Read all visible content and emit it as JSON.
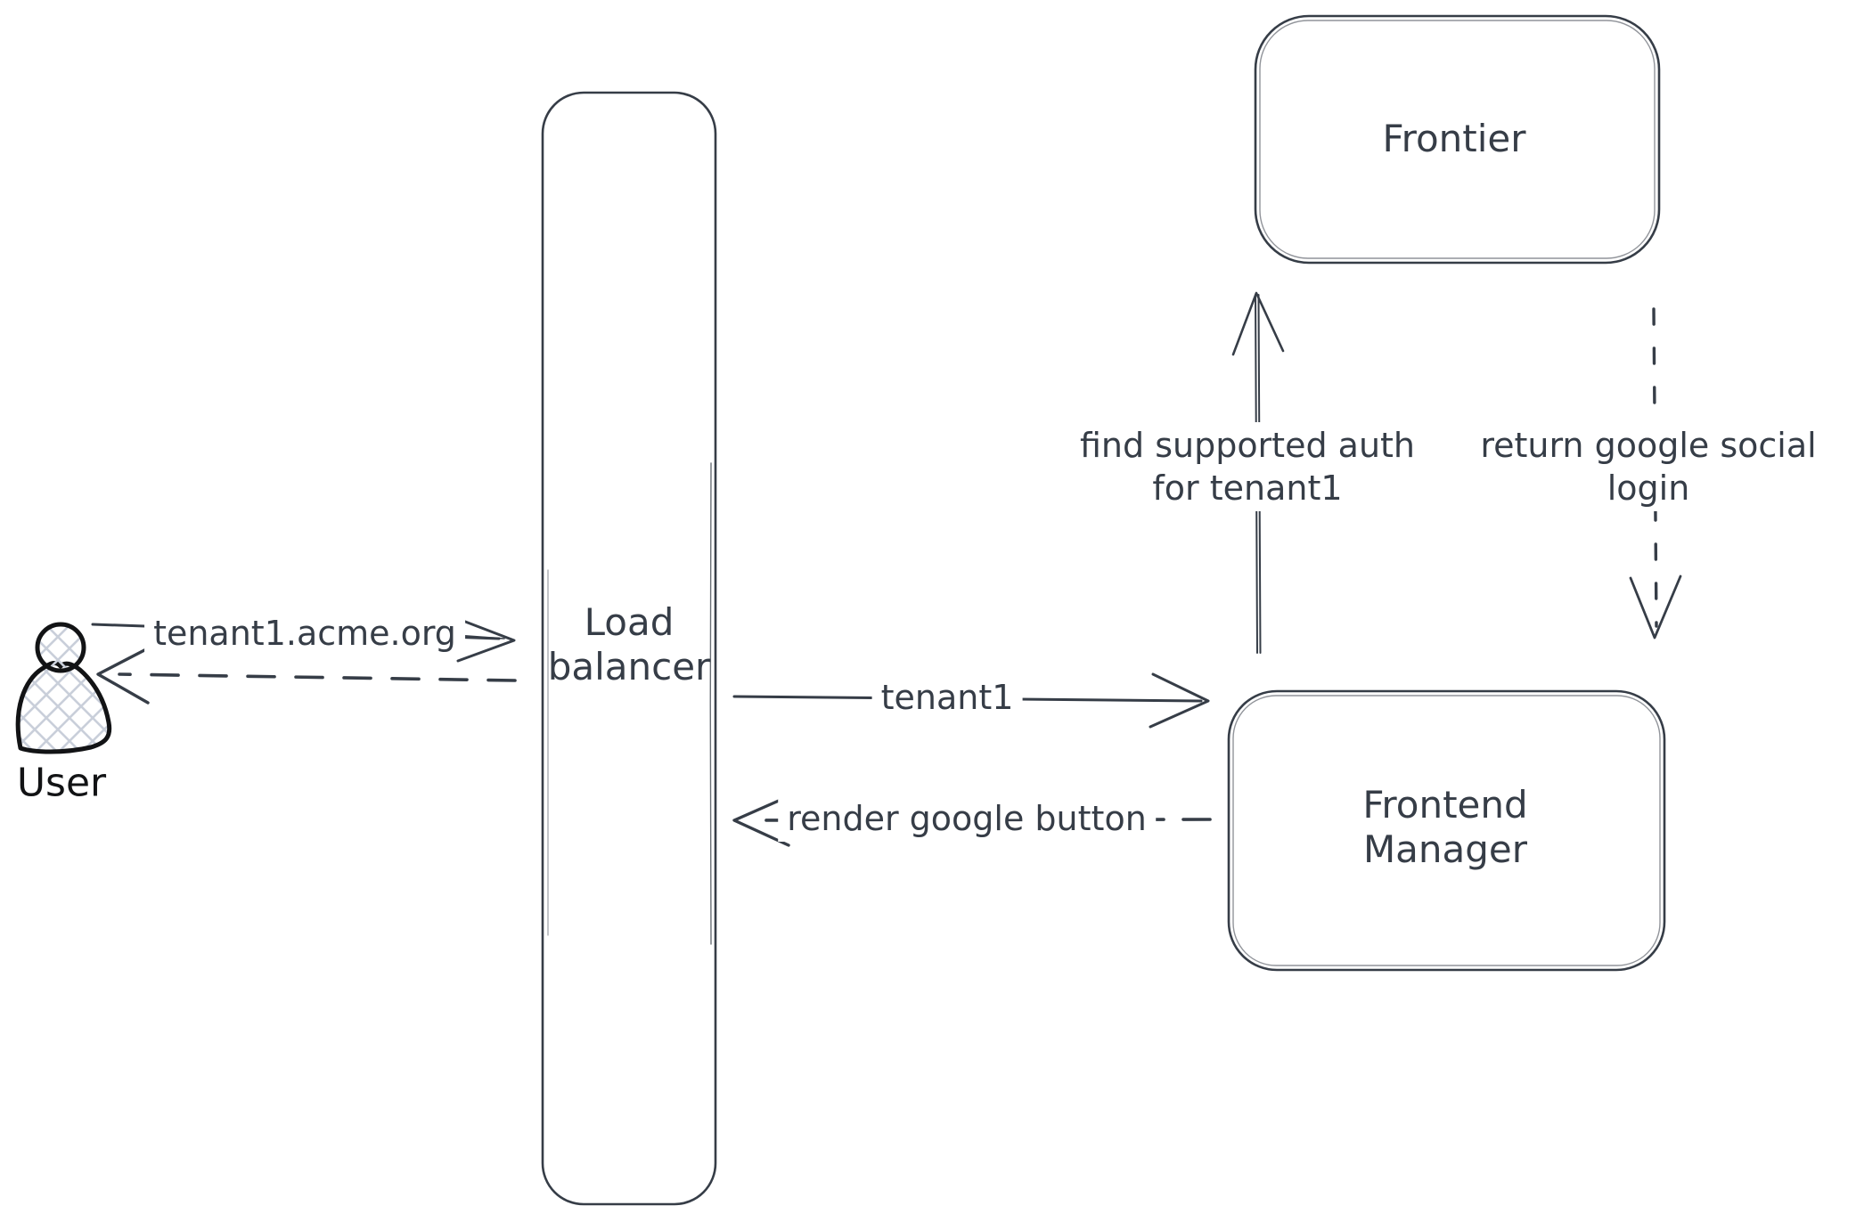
{
  "canvas": {
    "background": "#ffffff",
    "stroke_color": "#363d47",
    "actor_stroke_color": "#121315",
    "crosshatch_color": "#c9cfda"
  },
  "nodes": {
    "user": {
      "label": "User",
      "type": "actor"
    },
    "load_balancer": {
      "label": [
        "Load",
        "balancer"
      ]
    },
    "frontier": {
      "label": "Frontier"
    },
    "frontend_manager": {
      "label": [
        "Frontend",
        "Manager"
      ]
    }
  },
  "edges": {
    "user_to_load_balancer": {
      "label": "tenant1.acme.org",
      "style": "solid",
      "arrow": "right"
    },
    "load_balancer_to_user": {
      "label": "",
      "style": "dashed",
      "arrow": "left"
    },
    "load_balancer_to_frontend_manager": {
      "label": "tenant1",
      "style": "solid",
      "arrow": "right"
    },
    "frontend_manager_to_load_balancer": {
      "label": "render google button",
      "style": "dashed",
      "arrow": "left"
    },
    "frontend_manager_to_frontier": {
      "label": [
        "find supported auth",
        "for tenant1"
      ],
      "style": "solid",
      "arrow": "up"
    },
    "frontier_to_frontend_manager": {
      "label": [
        "return google social",
        "login"
      ],
      "style": "dashed",
      "arrow": "down"
    }
  }
}
